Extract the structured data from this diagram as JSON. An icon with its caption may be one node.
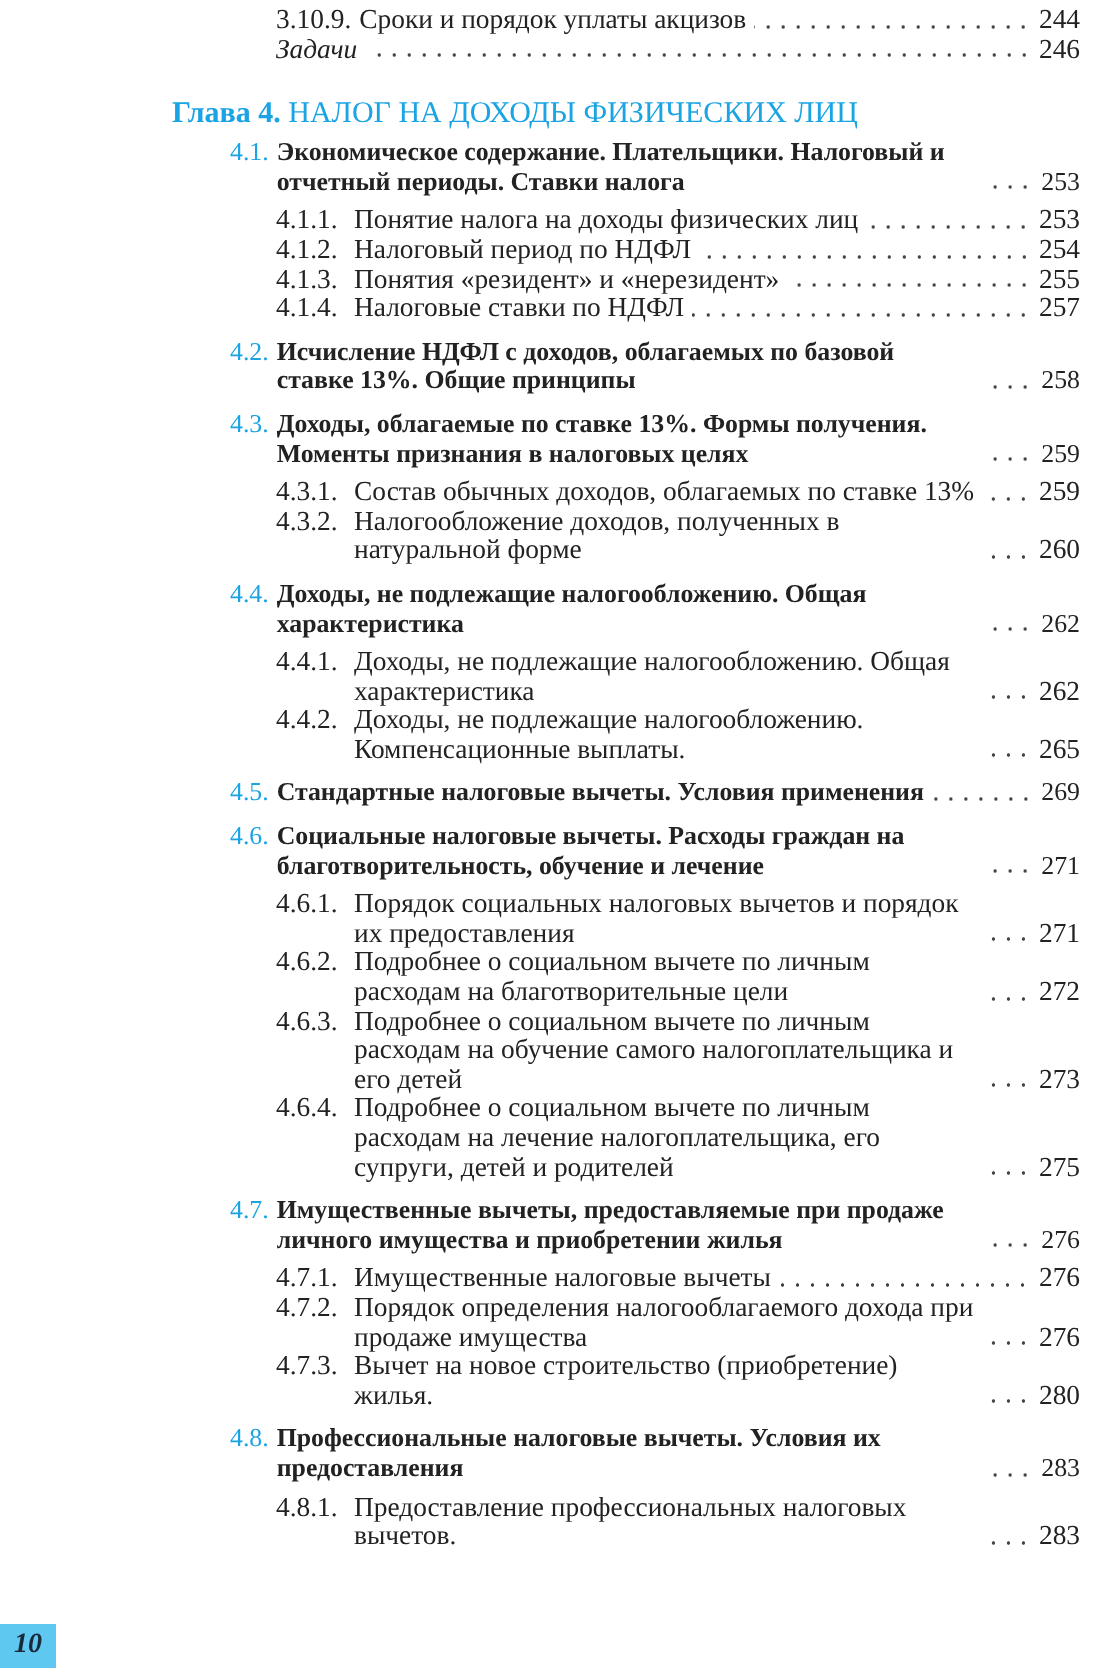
{
  "diagram": {
    "labels": [
      "3.10.9.",
      "Сроки и порядок уплаты акцизов",
      "244",
      "Задачи",
      "246",
      "**Глава 4.** НАЛОГ НА ДОХОДЫ ФИЗИЧЕСКИХ ЛИЦ",
      "4.1.",
      "Экономическое содержание. Плательщики. Налоговый и отчетный периоды. Ставки налога",
      "253",
      "4.1.1.",
      "Понятие налога на доходы физических лиц",
      "253",
      "4.1.2.",
      "Налоговый период по НДФЛ",
      "254",
      "4.1.3.",
      "Понятия «резидент» и «нерезидент»",
      "255",
      "4.1.4.",
      "Налоговые ставки по НДФЛ",
      "257",
      "4.2.",
      "Исчисление НДФЛ с доходов, облагаемых по базовой ставке 13%. Общие принципы",
      "258",
      "4.3.",
      "Доходы, облагаемые по ставке 13%. Формы получения. Моменты признания в налоговых целях",
      "259",
      "4.3.1.",
      "Состав обычных доходов, облагаемых по ставке 13%",
      "259",
      "4.3.2.",
      "Налогообложение доходов, полученных в натуральной форме",
      "260",
      "4.4.",
      "Доходы, не подлежащие налогообложению. Общая характеристика",
      "262",
      "4.4.1.",
      "Доходы, не подлежащие налогообложению. Общая характеристика",
      "262",
      "4.4.2.",
      "Доходы, не подлежащие налогообложению. Компенсационные выплаты.",
      "265",
      "4.5.",
      "Стандартные налоговые вычеты. Условия применения",
      "269",
      "4.6.",
      "Социальные налоговые вычеты. Расходы граждан на благотворительность, обучение и лечение",
      "271",
      "4.6.1.",
      "Порядок социальных налоговых вычетов и порядок их предоставления",
      "271",
      "4.6.2.",
      "Подробнее о социальном вычете по личным расходам на благотворительные цели",
      "272",
      "4.6.3.",
      "Подробнее о социальном вычете по личным расходам на обучение самого налогоплательщика и его детей",
      "273",
      "4.6.4.",
      "Подробнее о социальном вычете по личным расходам на лечение налогоплательщика, его супруги, детей и родителей",
      "275",
      "4.7.",
      "Имущественные вычеты, предоставляемые при продаже личного имущества и приобретении жилья",
      "276",
      "4.7.1.",
      "Имущественные налоговые вычеты",
      "276",
      "4.7.2.",
      "Порядок определения налогооблагаемого дохода при продаже имущества",
      "276",
      "4.7.3.",
      "Вычет на новое строительство (приобретение) жилья.",
      "280",
      "4.8.",
      "Профессиональные налоговые вычеты. Условия их предоставления",
      "283",
      "4.8.1.",
      "Предоставление профессиональных налоговых вычетов.",
      "283",
      "10"
    ]
  }
}
